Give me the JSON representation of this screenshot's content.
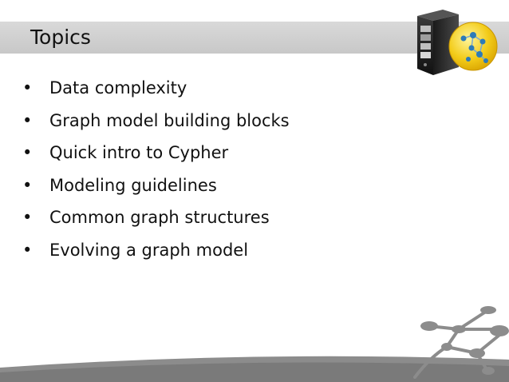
{
  "slide": {
    "title": "Topics",
    "bullets": [
      "Data complexity",
      "Graph model building blocks",
      "Quick intro to Cypher",
      "Modeling guidelines",
      "Common graph structures",
      "Evolving a graph model"
    ],
    "bullet_glyph": "•"
  },
  "icons": {
    "logo": "server-with-graph-logo-icon",
    "decoration": "graph-network-decoration-icon"
  },
  "colors": {
    "title_bar": "#cccccc",
    "text": "#111111",
    "logo_yellow": "#f3cc1a",
    "logo_node_blue": "#2d7bb8",
    "network_gray": "#8c8c8c"
  }
}
